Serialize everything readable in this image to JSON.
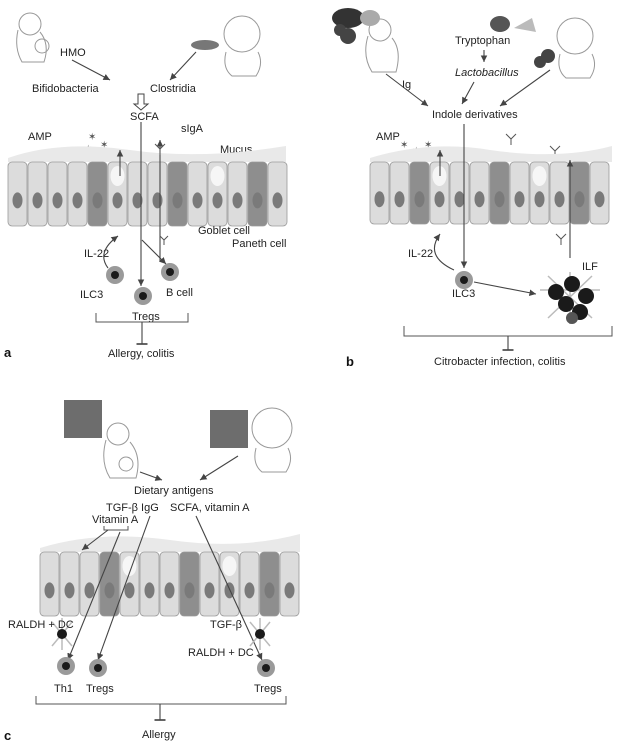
{
  "panel_a": {
    "letter": "a",
    "hmo": "HMO",
    "bifidobacteria": "Bifidobacteria",
    "clostridia": "Clostridia",
    "scfa": "SCFA",
    "amp": "AMP",
    "siga": "sIgA",
    "mucus": "Mucus",
    "goblet_cell": "Goblet cell",
    "paneth_cell": "Paneth cell",
    "il22": "IL-22",
    "ilc3": "ILC3",
    "b_cell": "B cell",
    "tregs": "Tregs",
    "outcome": "Allergy, colitis"
  },
  "panel_b": {
    "letter": "b",
    "ig": "Ig",
    "tryptophan": "Tryptophan",
    "lactobacillus": "Lactobacillus",
    "indole": "Indole derivatives",
    "amp": "AMP",
    "il22": "IL-22",
    "ilc3": "ILC3",
    "ilf": "ILF",
    "outcome": "Citrobacter infection, colitis"
  },
  "panel_c": {
    "letter": "c",
    "dietary_antigens": "Dietary antigens",
    "tgfb_igg": "TGF-β IgG",
    "scfa_vita": "SCFA, vitamin A",
    "vitamin_a": "Vitamin A",
    "raldh_dc_left": "RALDH + DC",
    "tgfb": "TGF-β",
    "raldh_dc_right": "RALDH + DC",
    "th1": "Th1",
    "tregs_left": "Tregs",
    "tregs_right": "Tregs",
    "outcome": "Allergy"
  },
  "colors": {
    "epithelium_light": "#dcdcdc",
    "epithelium_dark": "#8e8e8e",
    "nucleus": "#7a7a7a",
    "mucus": "#e9e9e9",
    "cell_ring": "#9a9a9a",
    "cell_core": "#1a1a1a"
  }
}
